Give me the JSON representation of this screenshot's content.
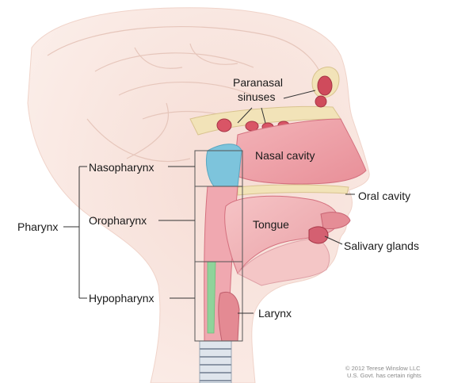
{
  "labels": {
    "paranasal_sinuses_line1": "Paranasal",
    "paranasal_sinuses_line2": "sinuses",
    "nasal_cavity": "Nasal cavity",
    "oral_cavity": "Oral cavity",
    "tongue": "Tongue",
    "salivary_glands": "Salivary glands",
    "larynx": "Larynx",
    "pharynx": "Pharynx",
    "nasopharynx": "Nasopharynx",
    "oropharynx": "Oropharynx",
    "hypopharynx": "Hypopharynx"
  },
  "copyright": {
    "line1": "© 2012 Terese Winslow LLC",
    "line2": "U.S. Govt. has certain rights"
  },
  "colors": {
    "skin": "#f6dcd4",
    "tissue_pink": "#ee9aa3",
    "tissue_dark": "#d4707e",
    "nasopharynx_blue": "#7dc4dc",
    "hypopharynx_green": "#8fd39a",
    "brain_line": "#e8c8bd",
    "leader_line": "#333333"
  }
}
